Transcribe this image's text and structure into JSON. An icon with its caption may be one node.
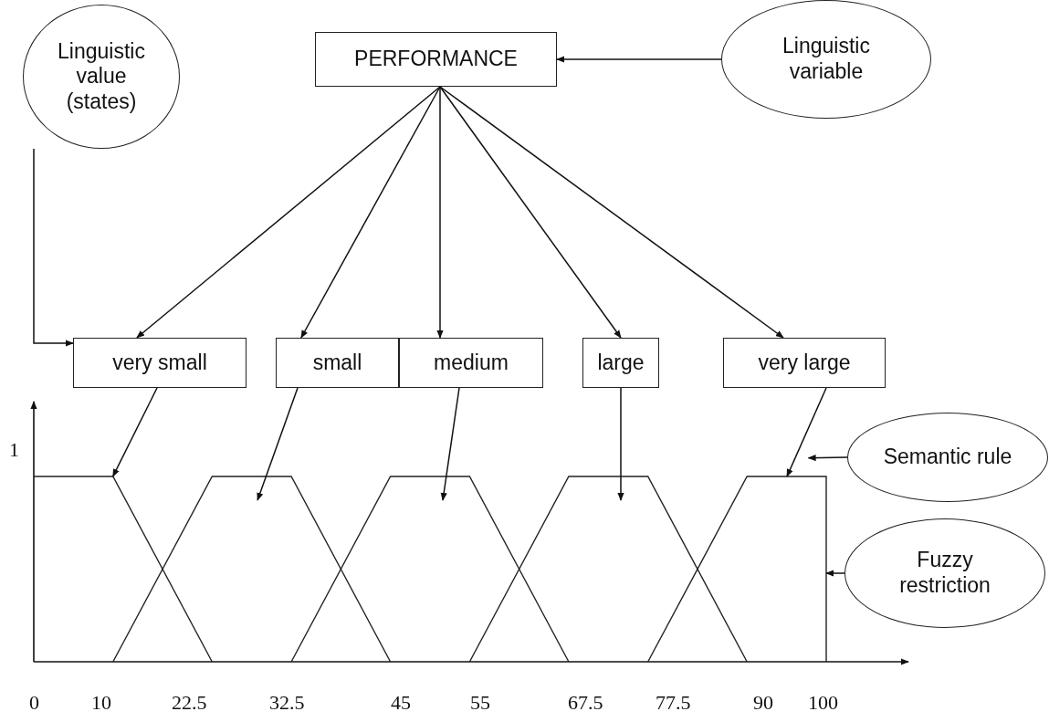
{
  "diagram": {
    "nodes": [
      {
        "text": [
          "Linguistic value (states)"
        ]
      },
      {
        "text": [
          "PERFORMANCE"
        ]
      },
      {
        "text": [
          "Linguistic variable"
        ]
      },
      {
        "text": [
          "very small"
        ]
      },
      {
        "text": [
          "small"
        ]
      },
      {
        "text": [
          "medium"
        ]
      },
      {
        "text": [
          "large"
        ]
      },
      {
        "text": [
          "very large"
        ]
      },
      {
        "text": [
          "Semantic rule"
        ]
      },
      {
        "text": [
          "Fuzzy restriction"
        ]
      },
      {
        "text": [],
        "shape": "trapezoid"
      },
      {
        "text": [],
        "shape": "trapezoid"
      },
      {
        "text": [],
        "shape": "trapezoid"
      },
      {
        "text": [],
        "shape": "trapezoid"
      },
      {
        "text": [],
        "shape": "trapezoid"
      }
    ],
    "edges": [
      {
        "from": 2,
        "to": 1,
        "arrow": "to"
      },
      {
        "from": 1,
        "to": 3,
        "arrow": "to"
      },
      {
        "from": 1,
        "to": 4,
        "arrow": "to"
      },
      {
        "from": 1,
        "to": 5,
        "arrow": "to"
      },
      {
        "from": 1,
        "to": 6,
        "arrow": "to"
      },
      {
        "from": 1,
        "to": 7,
        "arrow": "to"
      },
      {
        "from": 0,
        "to": 3,
        "arrow": "to"
      },
      {
        "from": 3,
        "to": 10,
        "arrow": "to"
      },
      {
        "from": 4,
        "to": 11,
        "arrow": "to"
      },
      {
        "from": 5,
        "to": 12,
        "arrow": "to"
      },
      {
        "from": 6,
        "to": 13,
        "arrow": "to"
      },
      {
        "from": 7,
        "to": 14,
        "arrow": "to"
      },
      {
        "from": 8,
        "to": 14,
        "arrow": "to"
      },
      {
        "from": 9,
        "to": 14,
        "arrow": "to"
      }
    ],
    "labels": [
      "1",
      "0",
      "10",
      "22.5",
      "32.5",
      "45",
      "55",
      "67.5",
      "77.5",
      "90",
      "100"
    ]
  }
}
